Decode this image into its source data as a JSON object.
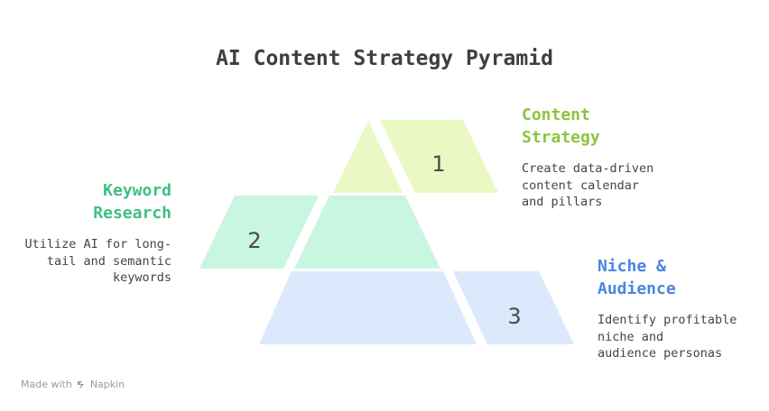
{
  "title": "AI Content Strategy Pyramid",
  "colors": {
    "title": "#3f3f3f",
    "tier1_fill": "#eaf8c4",
    "tier1_text": "#8cc43e",
    "tier2_fill": "#c8f6e0",
    "tier2_text": "#3fbf82",
    "tier3_fill": "#dce8fb",
    "tier3_text": "#4a86dc"
  },
  "tiers": [
    {
      "number": "1",
      "title": "Content\nStrategy",
      "description": "Create data-driven\ncontent calendar\nand pillars"
    },
    {
      "number": "2",
      "title": "Keyword\nResearch",
      "description": "Utilize AI for long-\ntail and semantic\nkeywords"
    },
    {
      "number": "3",
      "title": "Niche &\nAudience",
      "description": "Identify profitable\nniche and\naudience personas"
    }
  ],
  "footer": {
    "prefix": "Made with",
    "icon": "napkin-logo-icon",
    "brand": "Napkin"
  }
}
